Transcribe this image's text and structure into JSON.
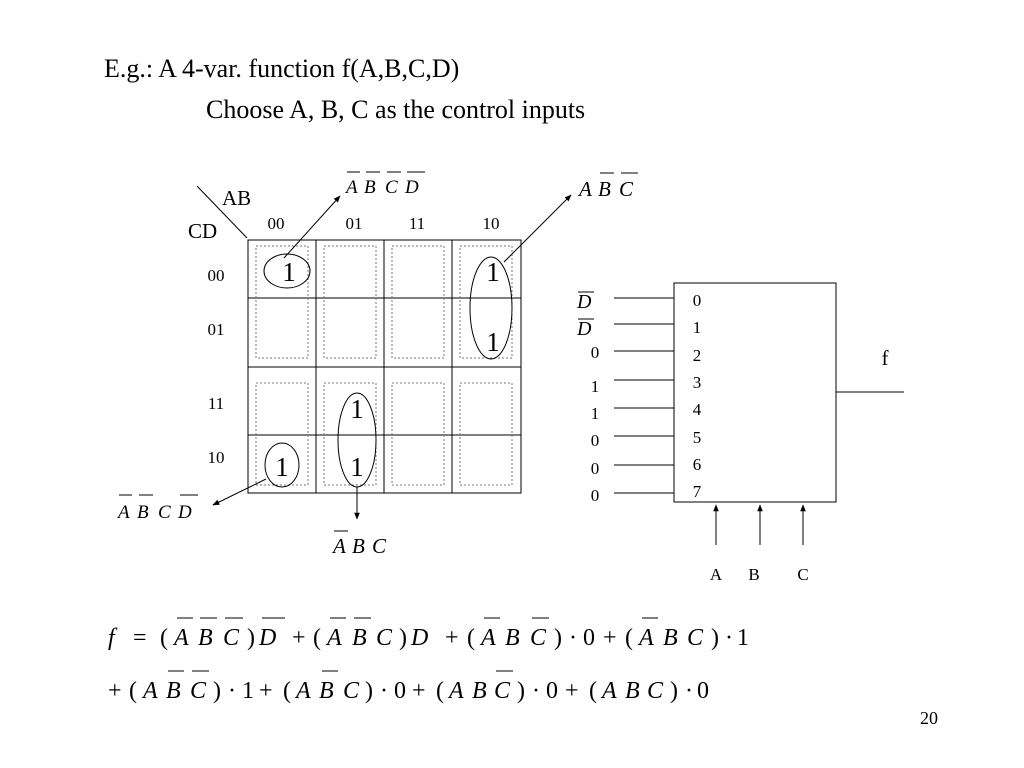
{
  "slide": {
    "title_line1": "E.g.: A 4-var. function f(A,B,C,D)",
    "title_line2": "Choose A, B, C as the control inputs",
    "page_number": "20"
  },
  "kmap": {
    "row_var": "CD",
    "col_var": "AB",
    "col_headers": [
      "00",
      "01",
      "11",
      "10"
    ],
    "row_headers": [
      "00",
      "01",
      "11",
      "10"
    ],
    "cells": [
      [
        "1",
        "",
        "",
        "1"
      ],
      [
        "",
        "",
        "",
        "1"
      ],
      [
        "",
        "1",
        "",
        ""
      ],
      [
        "1",
        "1",
        "",
        ""
      ]
    ]
  },
  "terms": {
    "t1": [
      "A",
      "B",
      "C",
      "D"
    ],
    "t2": [
      "A",
      "B",
      "C"
    ],
    "t3": [
      "A",
      "B",
      "C",
      "D"
    ],
    "t4": [
      "A",
      "B",
      "C"
    ]
  },
  "mux": {
    "inputs": [
      "D",
      "D",
      "0",
      "1",
      "1",
      "0",
      "0",
      "0"
    ],
    "input_numbers": [
      "0",
      "1",
      "2",
      "3",
      "4",
      "5",
      "6",
      "7"
    ],
    "select_labels": [
      "A",
      "B",
      "C"
    ],
    "output_label": "f"
  },
  "equation": {
    "line1": {
      "f": "f",
      "eq": "=",
      "g1": [
        "(",
        "A",
        "B",
        "C",
        ")",
        "D",
        "+"
      ],
      "g2": [
        "(",
        "A",
        "B",
        "C",
        ")",
        "D",
        "+"
      ],
      "g3": [
        "(",
        "A",
        "B",
        "C",
        ")",
        "·",
        "0",
        "+"
      ],
      "g4": [
        "(",
        "A",
        "B",
        "C",
        ")",
        "·",
        "1"
      ]
    },
    "line2": {
      "plus": "+",
      "g1": [
        "(",
        "A",
        "B",
        "C",
        ")",
        "·",
        "1",
        "+"
      ],
      "g2": [
        "(",
        "A",
        "B",
        "C",
        ")",
        "·",
        "0",
        "+"
      ],
      "g3": [
        "(",
        "A",
        "B",
        "C",
        ")",
        "·",
        "0",
        "+"
      ],
      "g4": [
        "(",
        "A",
        "B",
        "C",
        ")",
        "·",
        "0"
      ]
    }
  }
}
